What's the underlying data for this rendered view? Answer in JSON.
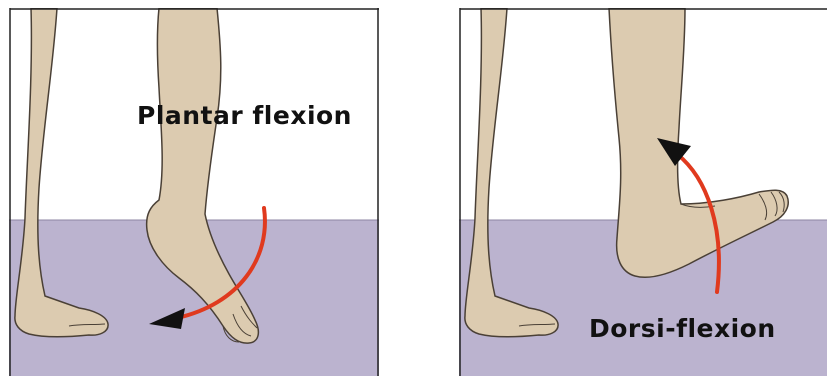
{
  "panels": [
    {
      "id": "plantar",
      "label": "Plantar flexion"
    },
    {
      "id": "dorsi",
      "label": "Dorsi-flexion"
    }
  ],
  "colors": {
    "skin": "#dccbb0",
    "skin_outline": "#4a4036",
    "floor": "#bbb3cf",
    "arrow_body": "#e03a1e",
    "arrow_head": "#111111",
    "frame": "#222222"
  }
}
